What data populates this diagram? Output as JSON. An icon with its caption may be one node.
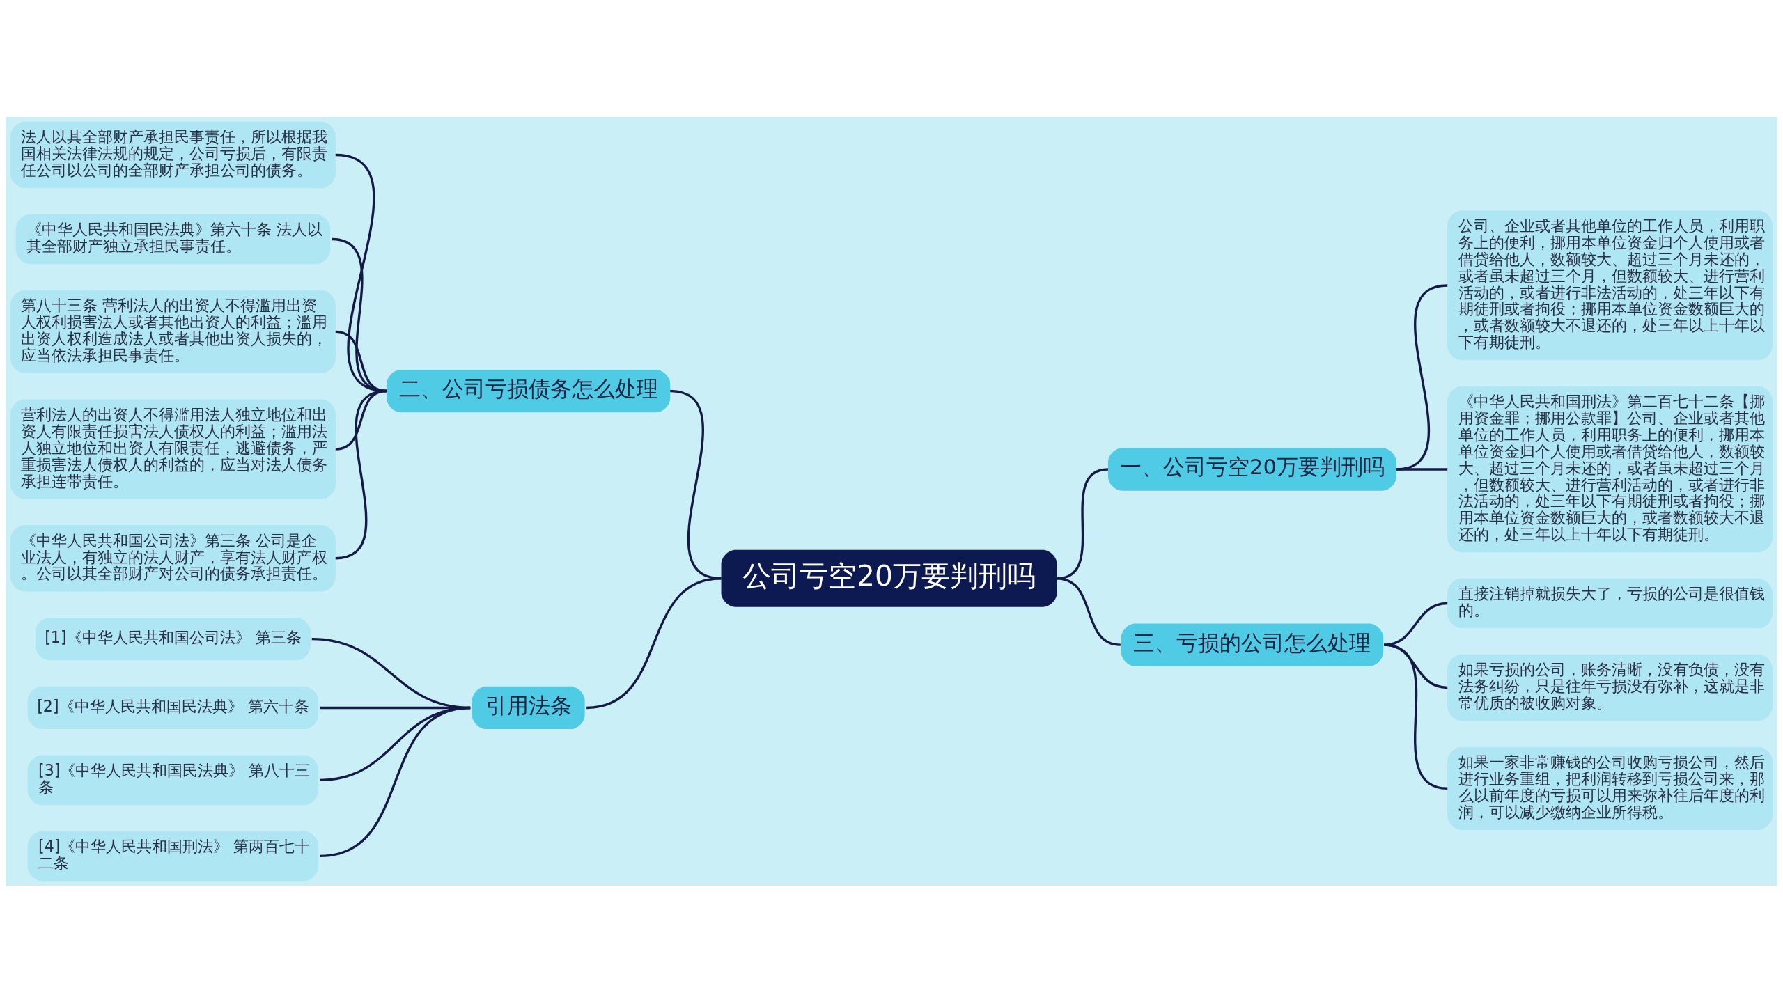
{
  "diagram": {
    "nodes": [
      {
        "text": [
          "公司亏空20万要判刑吗"
        ]
      },
      {
        "text": [
          "一、公司亏空20万要判刑吗"
        ]
      },
      {
        "text": [
          "公司、企业或者其他单位的工作人员，利用职务上的便利，挪用本单位资金归个人使用或者借贷给他人，数额较大、超过三个月未还的，或者虽未超过三个月，但数额较大、进行营利活动的，或者进行非法活动的，处三年以下有期徒刑或者拘役；挪用本单位资金数额巨大的，或者数额较大不退还的，处三年以上十年以下有期徒刑。"
        ]
      },
      {
        "text": [
          "《中华人民共和国刑法》第二百七十二条【挪用资金罪；挪用公款罪】公司、企业或者其他单位的工作人员，利用职务上的便利，挪用本单位资金归个人使用或者借贷给他人，数额较大、超过三个月未还的，或者虽未超过三个月，但数额较大、进行营利活动的，或者进行非法活动的，处三年以下有期徒刑或者拘役；挪用本单位资金数额巨大的，或者数额较大不退还的，处三年以上十年以下有期徒刑。"
        ]
      },
      {
        "text": [
          "三、亏损的公司怎么处理"
        ]
      },
      {
        "text": [
          "直接注销掉就损失大了，亏损的公司是很值钱的。"
        ]
      },
      {
        "text": [
          "如果亏损的公司，账务清晰，没有负债，没有法务纠纷，只是往年亏损没有弥补，这就是非常优质的被收购对象。"
        ]
      },
      {
        "text": [
          "如果一家非常赚钱的公司收购亏损公司，然后进行业务重组，把利润转移到亏损公司来，那么以前年度的亏损可以用来弥补往后年度的利润，可以减少缴纳企业所得税。"
        ]
      },
      {
        "text": [
          "二、公司亏损债务怎么处理"
        ]
      },
      {
        "text": [
          "法人以其全部财产承担民事责任，所以根据我国相关法律法规的规定，公司亏损后，有限责任公司以公司的全部财产承担公司的债务。"
        ]
      },
      {
        "text": [
          "《中华人民共和国民法典》第六十条 法人以其全部财产独立承担民事责任。"
        ]
      },
      {
        "text": [
          "第八十三条 营利法人的出资人不得滥用出资人权利损害法人或者其他出资人的利益；滥用出资人权利造成法人或者其他出资人损失的，应当依法承担民事责任。"
        ]
      },
      {
        "text": [
          "营利法人的出资人不得滥用法人独立地位和出资人有限责任损害法人债权人的利益；滥用法人独立地位和出资人有限责任，逃避债务，严重损害法人债权人的利益的，应当对法人债务承担连带责任。"
        ]
      },
      {
        "text": [
          "《中华人民共和国公司法》第三条 公司是企业法人，有独立的法人财产，享有法人财产权。公司以其全部财产对公司的债务承担责任。"
        ]
      },
      {
        "text": [
          "引用法条"
        ]
      },
      {
        "text": [
          "[1]《中华人民共和国公司法》 第三条"
        ]
      },
      {
        "text": [
          "[2]《中华人民共和国民法典》 第六十条"
        ]
      },
      {
        "text": [
          "[3]《中华人民共和国民法典》 第八十三条"
        ]
      },
      {
        "text": [
          "[4]《中华人民共和国刑法》 第两百七十二条"
        ]
      }
    ],
    "edges": [
      {
        "from": 0,
        "to": 1,
        "arrow": "none"
      },
      {
        "from": 1,
        "to": 2,
        "arrow": "none"
      },
      {
        "from": 1,
        "to": 3,
        "arrow": "none"
      },
      {
        "from": 0,
        "to": 4,
        "arrow": "none"
      },
      {
        "from": 4,
        "to": 5,
        "arrow": "none"
      },
      {
        "from": 4,
        "to": 6,
        "arrow": "none"
      },
      {
        "from": 4,
        "to": 7,
        "arrow": "none"
      },
      {
        "from": 0,
        "to": 8,
        "arrow": "none"
      },
      {
        "from": 8,
        "to": 9,
        "arrow": "none"
      },
      {
        "from": 8,
        "to": 10,
        "arrow": "none"
      },
      {
        "from": 8,
        "to": 11,
        "arrow": "none"
      },
      {
        "from": 8,
        "to": 12,
        "arrow": "none"
      },
      {
        "from": 8,
        "to": 13,
        "arrow": "none"
      },
      {
        "from": 0,
        "to": 14,
        "arrow": "none"
      },
      {
        "from": 14,
        "to": 15,
        "arrow": "none"
      },
      {
        "from": 14,
        "to": 16,
        "arrow": "none"
      },
      {
        "from": 14,
        "to": 17,
        "arrow": "none"
      },
      {
        "from": 14,
        "to": 18,
        "arrow": "none"
      }
    ]
  }
}
